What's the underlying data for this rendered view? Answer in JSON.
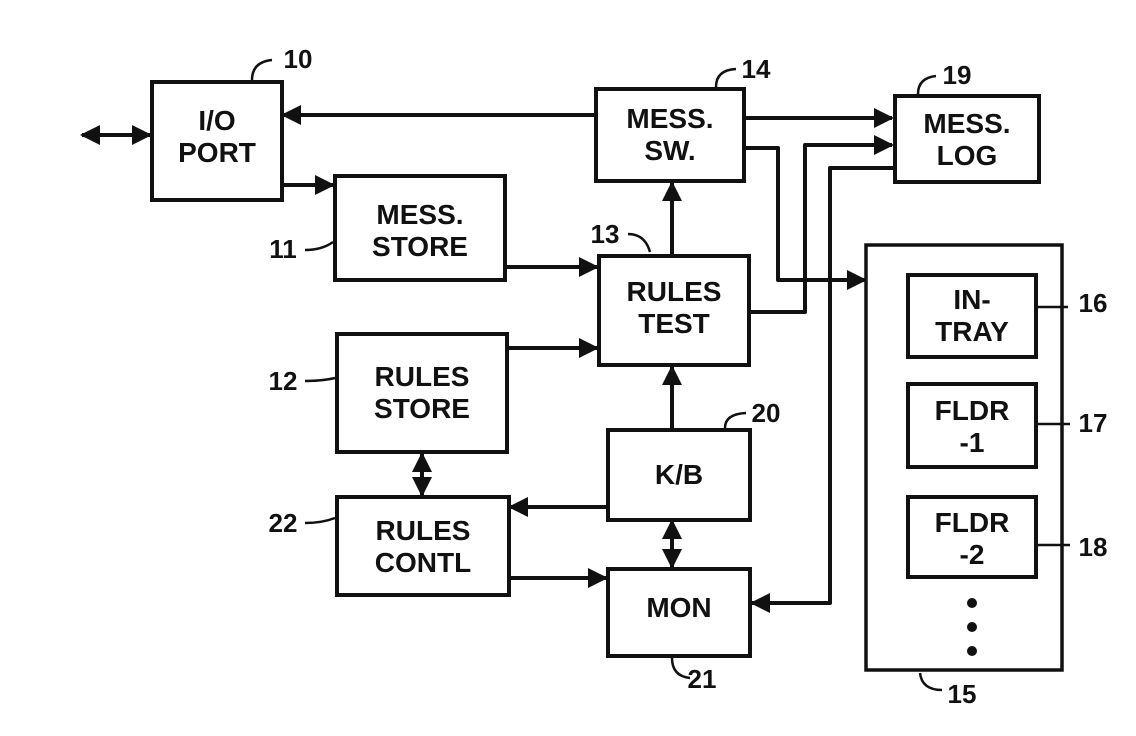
{
  "blocks": {
    "io_port": {
      "line1": "I/O",
      "line2": "PORT",
      "ref": "10"
    },
    "mess_store": {
      "line1": "MESS.",
      "line2": "STORE",
      "ref": "11"
    },
    "rules_store": {
      "line1": "RULES",
      "line2": "STORE",
      "ref": "12"
    },
    "rules_test": {
      "line1": "RULES",
      "line2": "TEST",
      "ref": "13"
    },
    "mess_sw": {
      "line1": "MESS.",
      "line2": "SW.",
      "ref": "14"
    },
    "mess_log": {
      "line1": "MESS.",
      "line2": "LOG",
      "ref": "19"
    },
    "kb": {
      "line1": "K/B",
      "ref": "20"
    },
    "mon": {
      "line1": "MON",
      "ref": "21"
    },
    "rules_contl": {
      "line1": "RULES",
      "line2": "CONTL",
      "ref": "22"
    },
    "tray_group": {
      "ref": "15"
    },
    "in_tray": {
      "line1": "IN-",
      "line2": "TRAY",
      "ref": "16"
    },
    "fldr_1": {
      "line1": "FLDR",
      "line2": "-1",
      "ref": "17"
    },
    "fldr_2": {
      "line1": "FLDR",
      "line2": "-2",
      "ref": "18"
    }
  }
}
